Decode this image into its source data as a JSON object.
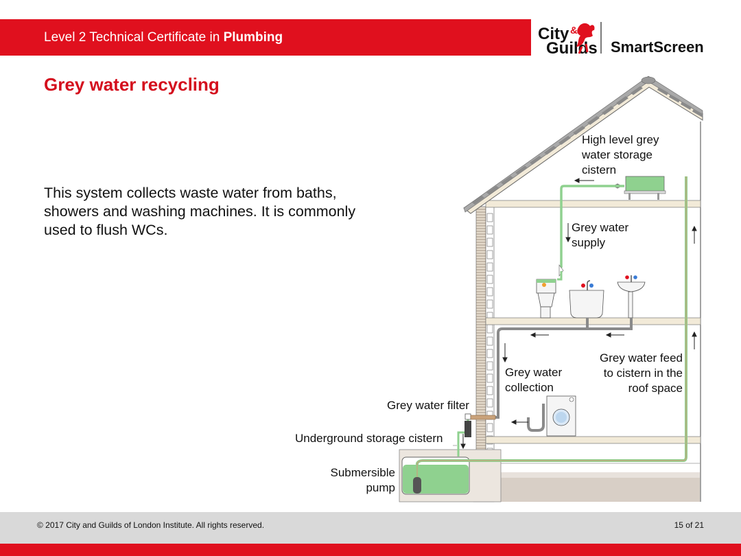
{
  "header": {
    "course_prefix": "Level 2 Technical Certificate in ",
    "course_subject": "Plumbing",
    "logo_city": "City",
    "logo_amp": "&",
    "logo_guilds": "Guilds",
    "logo_product": "SmartScreen"
  },
  "slide": {
    "title": "Grey water recycling",
    "body": "This system collects waste water from baths, showers and washing machines. It is commonly used to flush WCs."
  },
  "diagram": {
    "labels": {
      "storage_cistern": [
        "High level grey",
        "water storage",
        "cistern"
      ],
      "supply": [
        "Grey water",
        "supply"
      ],
      "feed": [
        "Grey water feed",
        "to cistern in the",
        "roof space"
      ],
      "collection": [
        "Grey water",
        "collection"
      ],
      "filter": "Grey water filter",
      "underground": "Underground storage cistern",
      "pump": [
        "Submersible",
        "pump"
      ]
    },
    "colors": {
      "grey_water": "#8fd18f",
      "waste_pipe": "#8a8a8a",
      "brand_red": "#e0101e",
      "timber": "#f2ead8",
      "ground": "#d8cfc6"
    }
  },
  "footer": {
    "copyright": "© 2017 City and Guilds of London Institute. All rights reserved.",
    "page": "15 of 21"
  }
}
